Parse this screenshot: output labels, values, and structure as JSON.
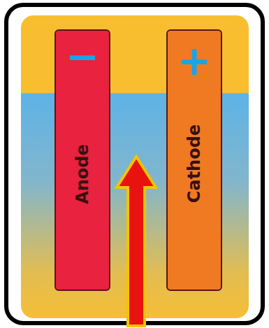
{
  "diagram": {
    "nodes": [
      {
        "text": [
          "−",
          "Anode"
        ]
      },
      {
        "text": [
          "+",
          "Cathode"
        ]
      }
    ]
  }
}
